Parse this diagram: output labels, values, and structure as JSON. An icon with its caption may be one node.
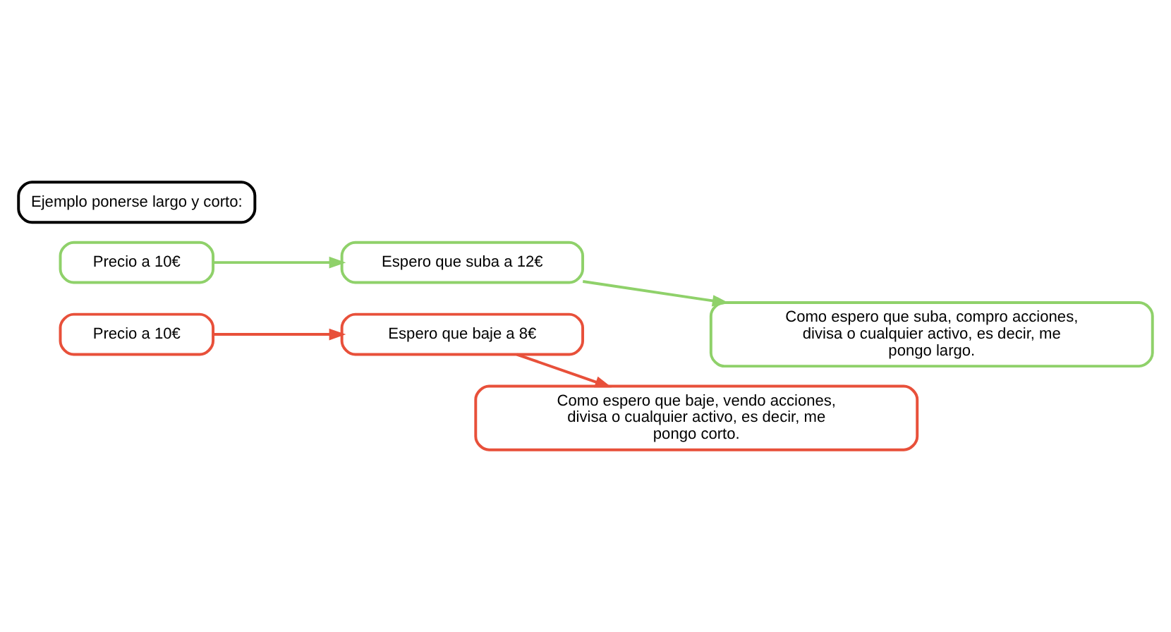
{
  "diagram": {
    "nodes": [
      {
        "text": [
          "Ejemplo ponerse largo y corto:"
        ]
      },
      {
        "text": [
          "Precio a 10€"
        ]
      },
      {
        "text": [
          "Espero que suba a 12€"
        ]
      },
      {
        "text": [
          "Precio a 10€"
        ]
      },
      {
        "text": [
          "Espero que baje a 8€"
        ]
      },
      {
        "text": [
          "Como espero que suba, compro acciones, divisa o cualquier activo, es decir, me pongo largo."
        ]
      },
      {
        "text": [
          "Como espero que baje, vendo acciones, divisa o cualquier activo, es decir, me pongo corto."
        ]
      }
    ],
    "edges": [
      {
        "from": 1,
        "to": 2,
        "arrow": "to",
        "color": "#8fd16a"
      },
      {
        "from": 3,
        "to": 4,
        "arrow": "to",
        "color": "#e8503a"
      },
      {
        "from": 2,
        "to": 5,
        "arrow": "to",
        "color": "#8fd16a"
      },
      {
        "from": 4,
        "to": 6,
        "arrow": "to",
        "color": "#e8503a"
      }
    ]
  }
}
